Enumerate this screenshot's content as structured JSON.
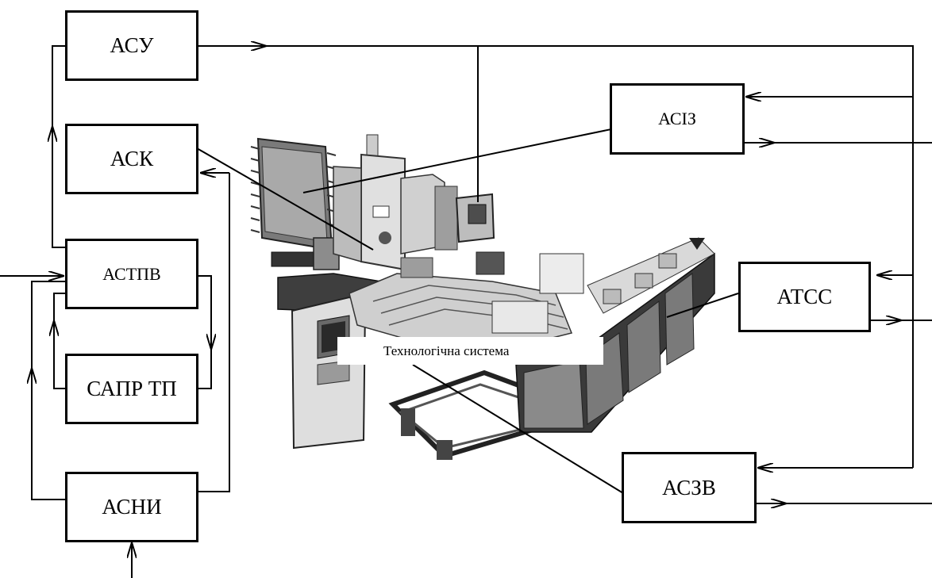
{
  "boxes": {
    "asu": "АСУ",
    "ask": "АСК",
    "astpv": "АСТПВ",
    "sapr": "САПР ТП",
    "asni": "АСНИ",
    "asiz": "АСІЗ",
    "atss": "АТСС",
    "aszv": "АСЗВ"
  },
  "system_caption": "Технологічна система",
  "colors": {
    "line": "#000000",
    "machine_dark": "#4a4a4a",
    "machine_mid": "#9a9a9a",
    "machine_light": "#d6d6d6"
  }
}
